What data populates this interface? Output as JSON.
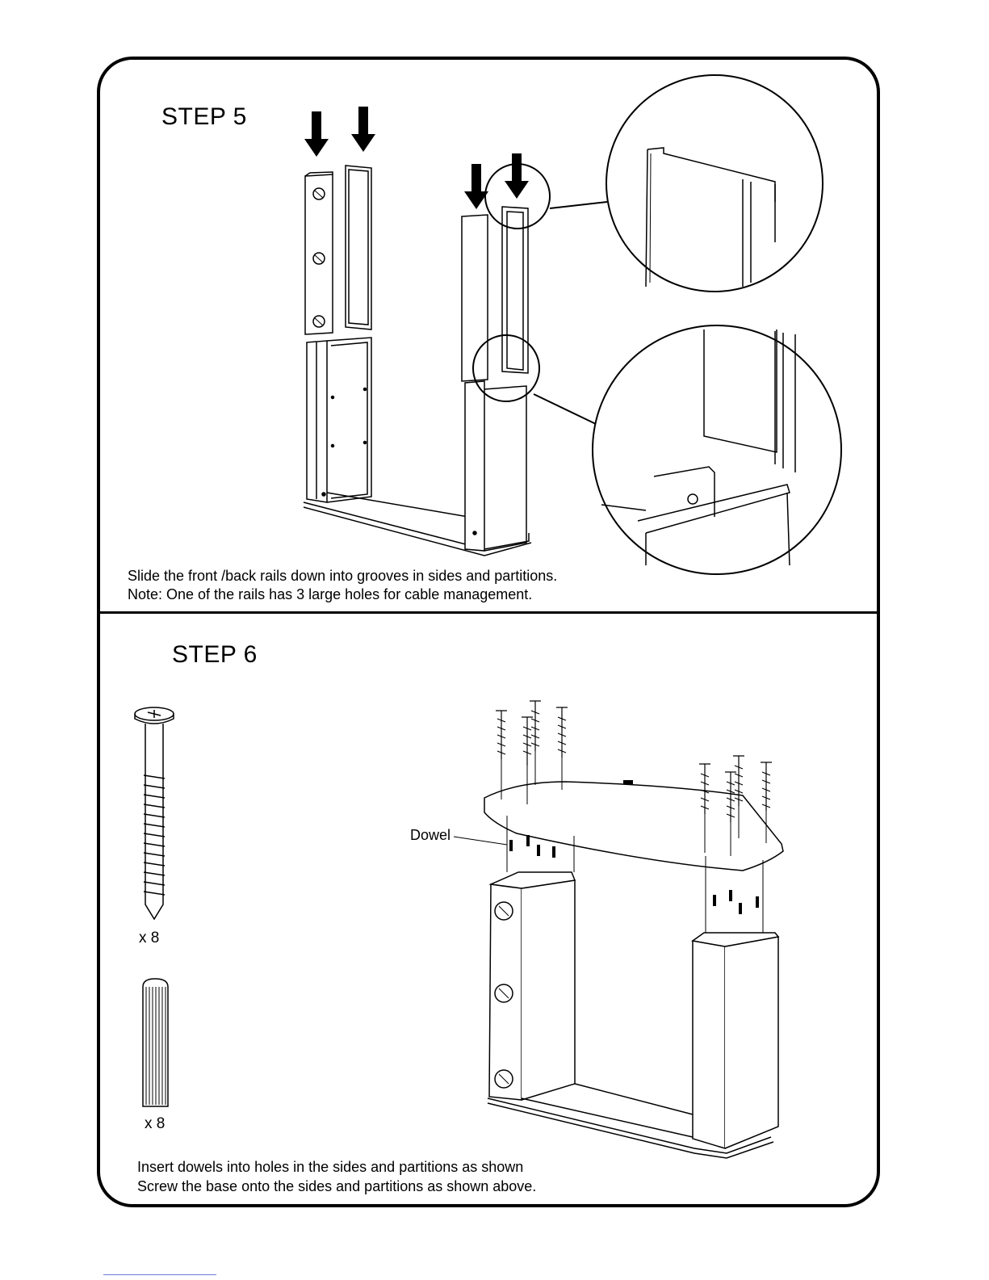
{
  "step5": {
    "title": "STEP 5",
    "caption_line1": "Slide the front /back rails down into grooves in sides and partitions.",
    "caption_line2": "Note: One of the rails has 3 large holes for cable management."
  },
  "step6": {
    "title": "STEP 6",
    "dowel_label": "Dowel",
    "screw_qty": "x 8",
    "dowel_qty": "x 8",
    "caption_line1": "Insert dowels into holes in the sides and partitions as shown",
    "caption_line2": "Screw the base onto the sides and partitions as shown above."
  }
}
